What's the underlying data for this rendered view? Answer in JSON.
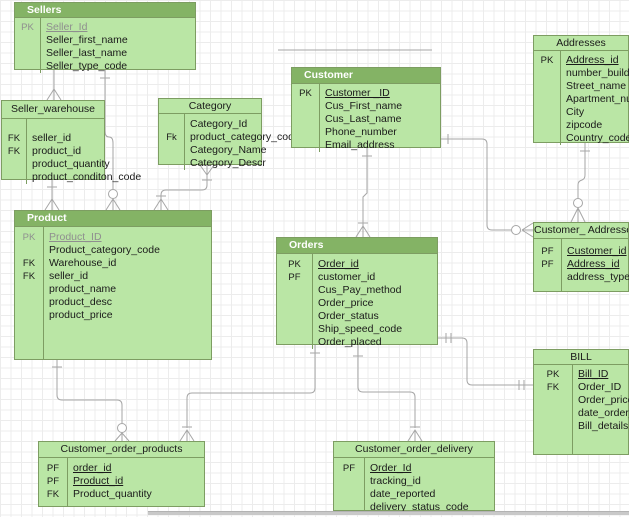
{
  "app": {
    "view": "er-diagram-canvas"
  },
  "colors": {
    "table_fill": "#bae6a5",
    "table_header_fill": "#84b365",
    "table_stroke": "#7d9d62",
    "edge_color": "#a6a6a6",
    "grid_color": "#ececec",
    "muted_text": "#8f8f8f"
  },
  "diagram": {
    "tables": [
      {
        "name": "Sellers",
        "header": "dark",
        "rows": [
          {
            "key": "PK",
            "field": "Seller_Id",
            "underline": true,
            "muted": true
          },
          {
            "key": "",
            "field": "Seller_first_name"
          },
          {
            "key": "",
            "field": "Seller_last_name"
          },
          {
            "key": "",
            "field": "Seller_type_code"
          }
        ]
      },
      {
        "name": "Seller_warehouse",
        "header": "light",
        "rows": [
          {
            "key": "FK",
            "field": "seller_id"
          },
          {
            "key": "FK",
            "field": "product_id"
          },
          {
            "key": "",
            "field": "product_quantity"
          },
          {
            "key": "",
            "field": "product_conditon_code"
          }
        ]
      },
      {
        "name": "Category",
        "header": "light",
        "rows": [
          {
            "key": "",
            "field": "Category_Id"
          },
          {
            "key": "Fk",
            "field": "product_category_code"
          },
          {
            "key": "",
            "field": "Category_Name"
          },
          {
            "key": "",
            "field": "Category_Descr"
          }
        ]
      },
      {
        "name": "Customer",
        "header": "dark",
        "rows": [
          {
            "key": "PK",
            "field": "Customer _ID",
            "underline": true
          },
          {
            "key": "",
            "field": "Cus_First_name"
          },
          {
            "key": "",
            "field": "Cus_Last_name"
          },
          {
            "key": "",
            "field": "Phone_number"
          },
          {
            "key": "",
            "field": "Email_address"
          }
        ]
      },
      {
        "name": "Addresses",
        "header": "light",
        "rows": [
          {
            "key": "PK",
            "field": "Address_id",
            "underline": true
          },
          {
            "key": "",
            "field": "number_building"
          },
          {
            "key": "",
            "field": "Street_name"
          },
          {
            "key": "",
            "field": "Apartment_number"
          },
          {
            "key": "",
            "field": "City"
          },
          {
            "key": "",
            "field": "zipcode"
          },
          {
            "key": "",
            "field": "Country_code"
          }
        ]
      },
      {
        "name": "Product",
        "header": "dark",
        "rows": [
          {
            "key": "PK",
            "field": "Product_ID",
            "underline": true,
            "muted": true
          },
          {
            "key": "",
            "field": "Product_category_code"
          },
          {
            "key": "FK",
            "field": "Warehouse_id"
          },
          {
            "key": "FK",
            "field": "seller_id"
          },
          {
            "key": "",
            "field": "product_name"
          },
          {
            "key": "",
            "field": "product_desc"
          },
          {
            "key": "",
            "field": "product_price"
          }
        ]
      },
      {
        "name": "Orders",
        "header": "dark",
        "rows": [
          {
            "key": "PK",
            "field": "Order_id",
            "underline": true
          },
          {
            "key": "PF",
            "field": "customer_id"
          },
          {
            "key": "",
            "field": "Cus_Pay_method"
          },
          {
            "key": "",
            "field": "Order_price"
          },
          {
            "key": "",
            "field": "Order_status"
          },
          {
            "key": "",
            "field": "Ship_speed_code"
          },
          {
            "key": "",
            "field": "Order_placed"
          }
        ]
      },
      {
        "name": "Customer_ Addresses",
        "header": "light",
        "rows": [
          {
            "key": "PF",
            "field": "Customer_id",
            "underline": true
          },
          {
            "key": "PF",
            "field": "Address_id",
            "underline": true
          },
          {
            "key": "",
            "field": "address_type_code"
          }
        ]
      },
      {
        "name": "BILL",
        "header": "light",
        "rows": [
          {
            "key": "PK",
            "field": "Bill_ID",
            "underline": true
          },
          {
            "key": "FK",
            "field": "Order_ID"
          },
          {
            "key": "",
            "field": "Order_price"
          },
          {
            "key": "",
            "field": "date_order_paid"
          },
          {
            "key": "",
            "field": "Bill_details"
          }
        ]
      },
      {
        "name": "Customer_order_products",
        "header": "light",
        "rows": [
          {
            "key": "PF",
            "field": "order_id",
            "underline": true
          },
          {
            "key": "PF",
            "field": "Product_id",
            "underline": true
          },
          {
            "key": "FK",
            "field": "Product_quantity"
          }
        ]
      },
      {
        "name": "Customer_order_delivery",
        "header": "light",
        "rows": [
          {
            "key": "PF",
            "field": "Order_Id",
            "underline": true
          },
          {
            "key": "",
            "field": "tracking_id"
          },
          {
            "key": "",
            "field": "date_reported"
          },
          {
            "key": "",
            "field": "delivery_status_code"
          }
        ]
      }
    ],
    "relationships": [
      {
        "from": "Sellers",
        "to": "Seller_warehouse",
        "from_end": "one",
        "to_end": "many"
      },
      {
        "from": "Sellers",
        "to": "Product",
        "from_end": "one",
        "to_end": "zero-or-many"
      },
      {
        "from": "Seller_warehouse",
        "to": "Product",
        "from_end": "one",
        "to_end": "many"
      },
      {
        "from": "Category",
        "to": "Product",
        "from_end": "one-or-many",
        "to_end": "one-or-many"
      },
      {
        "from": "Customer",
        "to": "Orders",
        "from_end": "one",
        "to_end": "one-or-many"
      },
      {
        "from": "Customer",
        "to": "Customer_ Addresses",
        "from_end": "one",
        "to_end": "zero-or-many"
      },
      {
        "from": "Addresses",
        "to": "Customer_ Addresses",
        "from_end": "one",
        "to_end": "zero-or-many"
      },
      {
        "from": "Orders",
        "to": "BILL",
        "from_end": "exactly-one",
        "to_end": "exactly-one"
      },
      {
        "from": "Orders",
        "to": "Customer_order_products",
        "from_end": "one",
        "to_end": "one-or-many"
      },
      {
        "from": "Orders",
        "to": "Customer_order_delivery",
        "from_end": "one",
        "to_end": "one-or-many"
      },
      {
        "from": "Product",
        "to": "Customer_order_products",
        "from_end": "one",
        "to_end": "zero-or-many"
      }
    ]
  }
}
